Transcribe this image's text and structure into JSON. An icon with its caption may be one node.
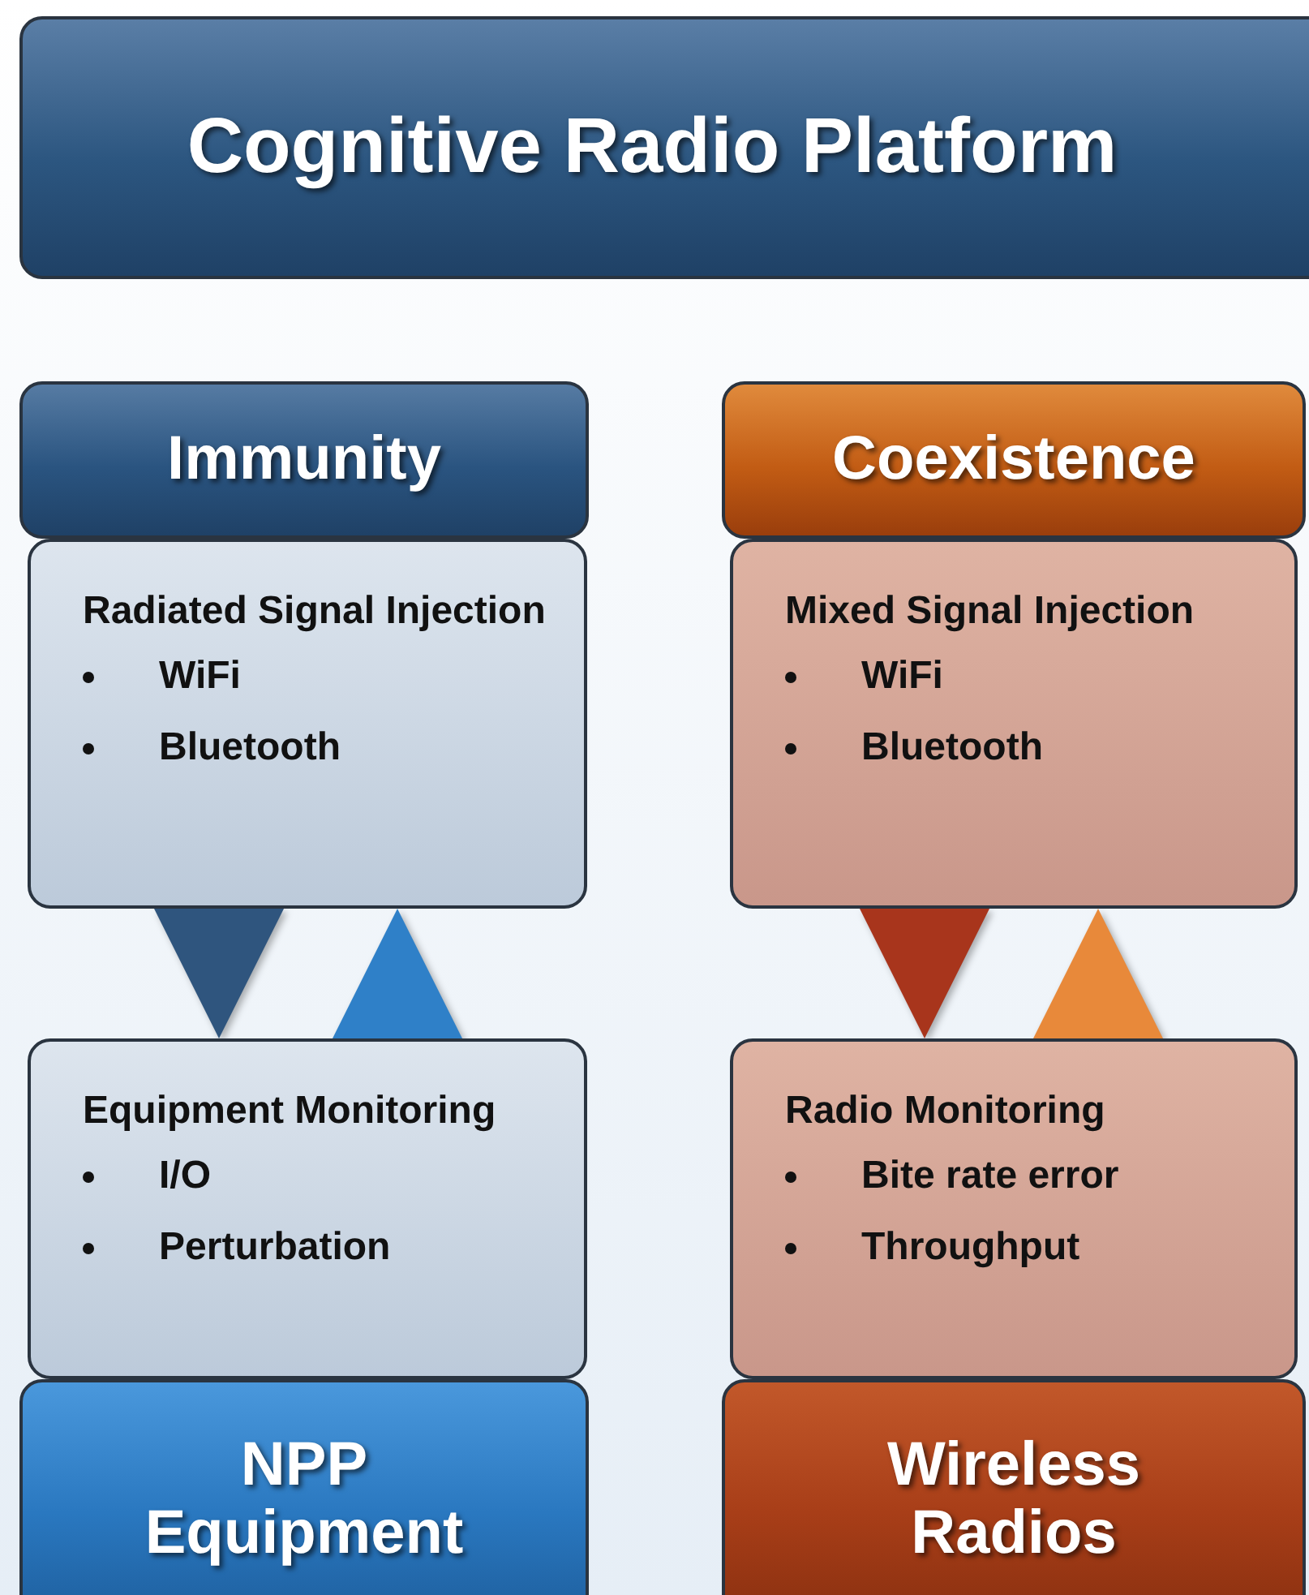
{
  "diagram": {
    "nodes": [
      {
        "text": [
          "Cognitive Radio Platform"
        ]
      },
      {
        "text": [
          "Immunity"
        ]
      },
      {
        "text": [
          "Radiated Signal Injection",
          "WiFi",
          "Bluetooth"
        ]
      },
      {
        "text": [
          "Coexistence"
        ]
      },
      {
        "text": [
          "Mixed Signal Injection",
          "WiFi",
          "Bluetooth"
        ]
      },
      {
        "text": [
          "Equipment Monitoring",
          "I/O",
          "Perturbation"
        ]
      },
      {
        "text": [
          "Radio Monitoring",
          "Bite rate error",
          "Throughput"
        ]
      },
      {
        "text": [
          "NPP Equipment"
        ]
      },
      {
        "text": [
          "Wireless Radios"
        ]
      }
    ],
    "edges": [
      {
        "from": 2,
        "to": 5,
        "arrow": "to",
        "color": "#2f557e"
      },
      {
        "from": 5,
        "to": 2,
        "arrow": "to",
        "color": "#2f80c8"
      },
      {
        "from": 4,
        "to": 6,
        "arrow": "to",
        "color": "#a8351c"
      },
      {
        "from": 6,
        "to": 4,
        "arrow": "to",
        "color": "#e8893a"
      }
    ]
  }
}
